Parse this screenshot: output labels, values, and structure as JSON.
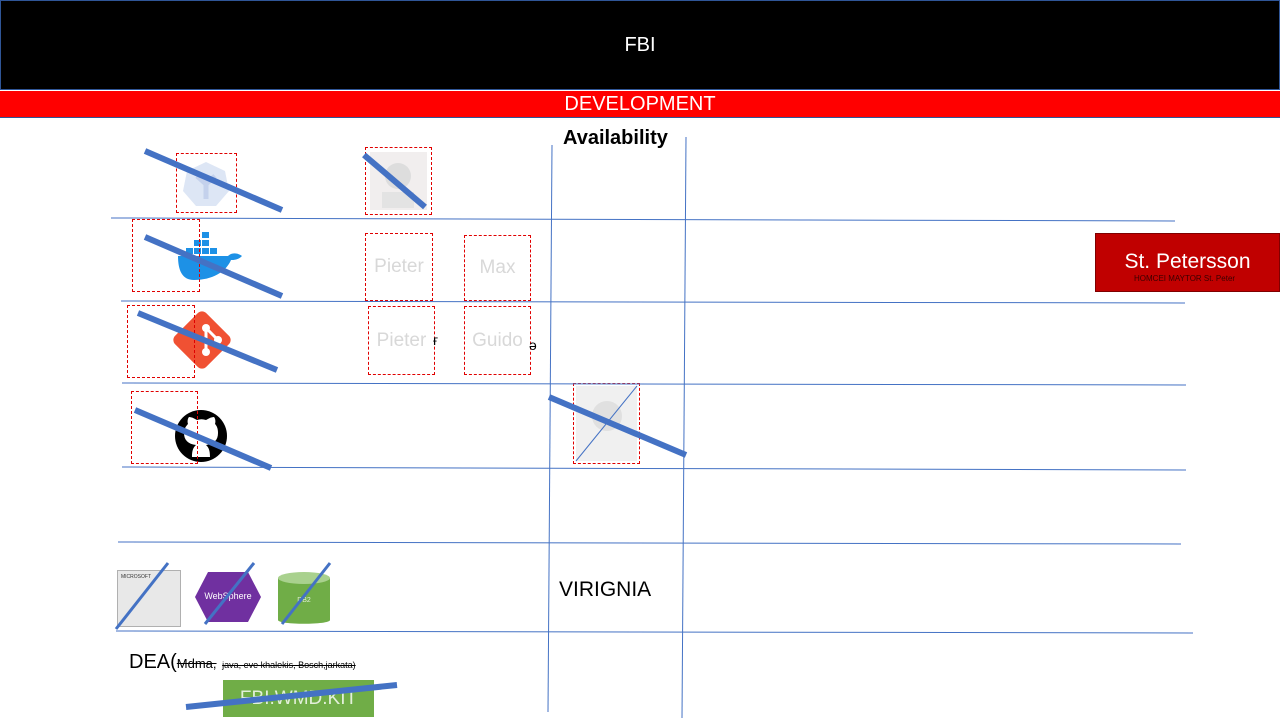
{
  "header": {
    "title": "FBI",
    "department": "DEVELOPMENT"
  },
  "board": {
    "column_heading": "Availability",
    "rows": [
      {
        "team": []
      },
      {
        "team": [
          "Pieter",
          "Max"
        ]
      },
      {
        "team": [
          "Pieter",
          "Guido"
        ]
      },
      {
        "team": []
      }
    ],
    "location_label": "VIRIGNIA"
  },
  "tools": {
    "icons": [
      "kubernetes-icon",
      "docker-icon",
      "git-icon",
      "github-icon"
    ],
    "middleware": {
      "microsoft_label": "MICROSOFT",
      "websphere_label": "WebSphere",
      "db2_label": "DB2"
    }
  },
  "city_card": {
    "name": "St. Petersson",
    "subtitle": "HOMCEI MAYTOR St. Peter"
  },
  "footer": {
    "dea_prefix": "DEA(",
    "dea_item_1": "Mdma,",
    "dea_items_rest": "java, eve khalekis, Bosch,jarkata)",
    "kit_label": "FBI.WMD.KIT"
  },
  "colors": {
    "accent_red": "#ff0000",
    "line_blue": "#4472c4",
    "strike_blue": "#4472c4",
    "kit_green": "#70ad47",
    "city_red": "#c00000"
  }
}
